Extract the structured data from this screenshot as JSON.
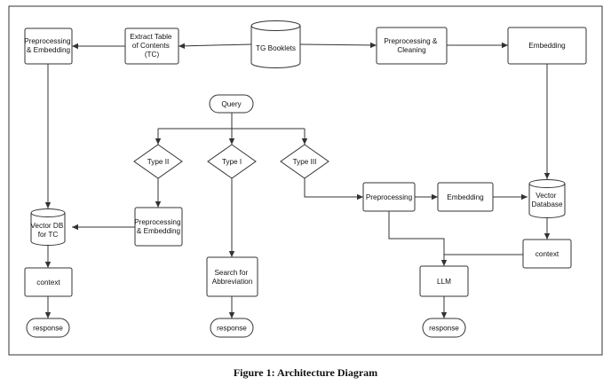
{
  "nodes": {
    "tg_booklets": "TG Booklets",
    "extract_toc": [
      "Extract Table",
      "of Contents",
      "(TC)"
    ],
    "preproc_embed_top": [
      "Preprocessing",
      "& Embedding"
    ],
    "preproc_cleaning": [
      "Preprocessing &",
      "Cleaning"
    ],
    "embedding_top": "Embedding",
    "query": "Query",
    "type_ii": "Type II",
    "type_i": "Type I",
    "type_iii": "Type III",
    "vector_db_tc": [
      "Vector DB",
      "for TC"
    ],
    "preproc_embed_mid": [
      "Preprocessing",
      "& Embedding"
    ],
    "preprocessing": "Preprocessing",
    "embedding_mid": "Embedding",
    "vector_database": [
      "Vector",
      "Database"
    ],
    "context_left": "context",
    "search_abbrev": [
      "Search for",
      "Abbreviation"
    ],
    "context_right": "context",
    "llm": "LLM",
    "response_left": "response",
    "response_mid": "response",
    "response_right": "response"
  },
  "caption": "Figure 1: Architecture Diagram"
}
